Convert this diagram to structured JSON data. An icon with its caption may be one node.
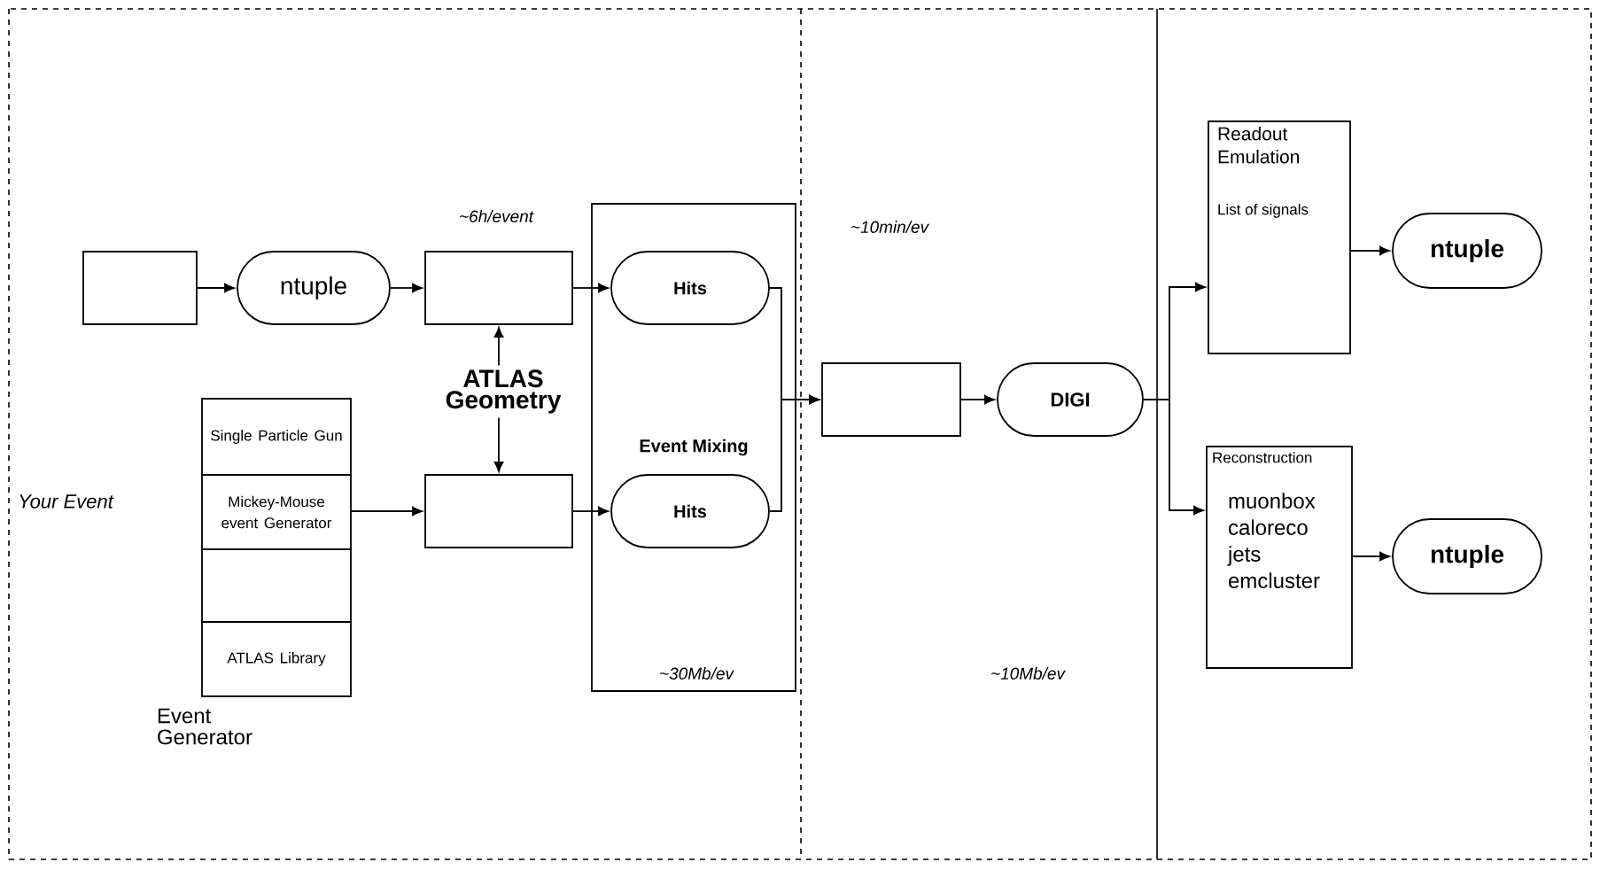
{
  "diagram": {
    "nodes": [
      {
        "text": [],
        "shape": "box"
      },
      {
        "text": [
          "ntuple"
        ]
      },
      {
        "text": [],
        "shape": "box"
      },
      {
        "text": [
          "Event Mixing"
        ]
      },
      {
        "text": [
          "Hits"
        ],
        "in": 3
      },
      {
        "text": [
          "Hits"
        ],
        "in": 3
      },
      {
        "text": [
          "ATLAS Geometry"
        ]
      },
      {
        "text": [
          "Single Particle Gun"
        ]
      },
      {
        "text": [
          "Mickey-Mouse event Generator"
        ]
      },
      {
        "text": [],
        "shape": "box"
      },
      {
        "text": [
          "ATLAS Library"
        ]
      },
      {
        "text": [],
        "shape": "box"
      },
      {
        "text": [],
        "shape": "box"
      },
      {
        "text": [
          "DIGI"
        ]
      },
      {
        "text": [
          "Readout Emulation",
          "List of signals"
        ]
      },
      {
        "text": [
          "ntuple"
        ]
      },
      {
        "text": [
          "Reconstruction",
          "muonbox caloreco jets emcluster"
        ]
      },
      {
        "text": [
          "ntuple"
        ]
      }
    ],
    "edges": [
      {
        "from": 0,
        "to": 1,
        "arrow": "to"
      },
      {
        "from": 1,
        "to": 2,
        "arrow": "to"
      },
      {
        "from": 2,
        "to": 4,
        "arrow": "to"
      },
      {
        "from": 6,
        "to": 2,
        "arrow": "to"
      },
      {
        "from": 6,
        "to": 11,
        "arrow": "to"
      },
      {
        "from": 8,
        "to": 11,
        "arrow": "to"
      },
      {
        "from": 11,
        "to": 5,
        "arrow": "to"
      },
      {
        "from": 4,
        "to": 12,
        "arrow": "to"
      },
      {
        "from": 5,
        "to": 12,
        "arrow": "to"
      },
      {
        "from": 12,
        "to": 13,
        "arrow": "to"
      },
      {
        "from": 13,
        "to": 14,
        "arrow": "to"
      },
      {
        "from": 13,
        "to": 16,
        "arrow": "to"
      },
      {
        "from": 14,
        "to": 15,
        "arrow": "to"
      },
      {
        "from": 16,
        "to": 17,
        "arrow": "to"
      }
    ],
    "labels": [
      "~6h/event",
      "~10min/ev",
      "Your Event",
      "~30Mb/ev",
      "~10Mb/ev",
      "Event Generator"
    ]
  }
}
